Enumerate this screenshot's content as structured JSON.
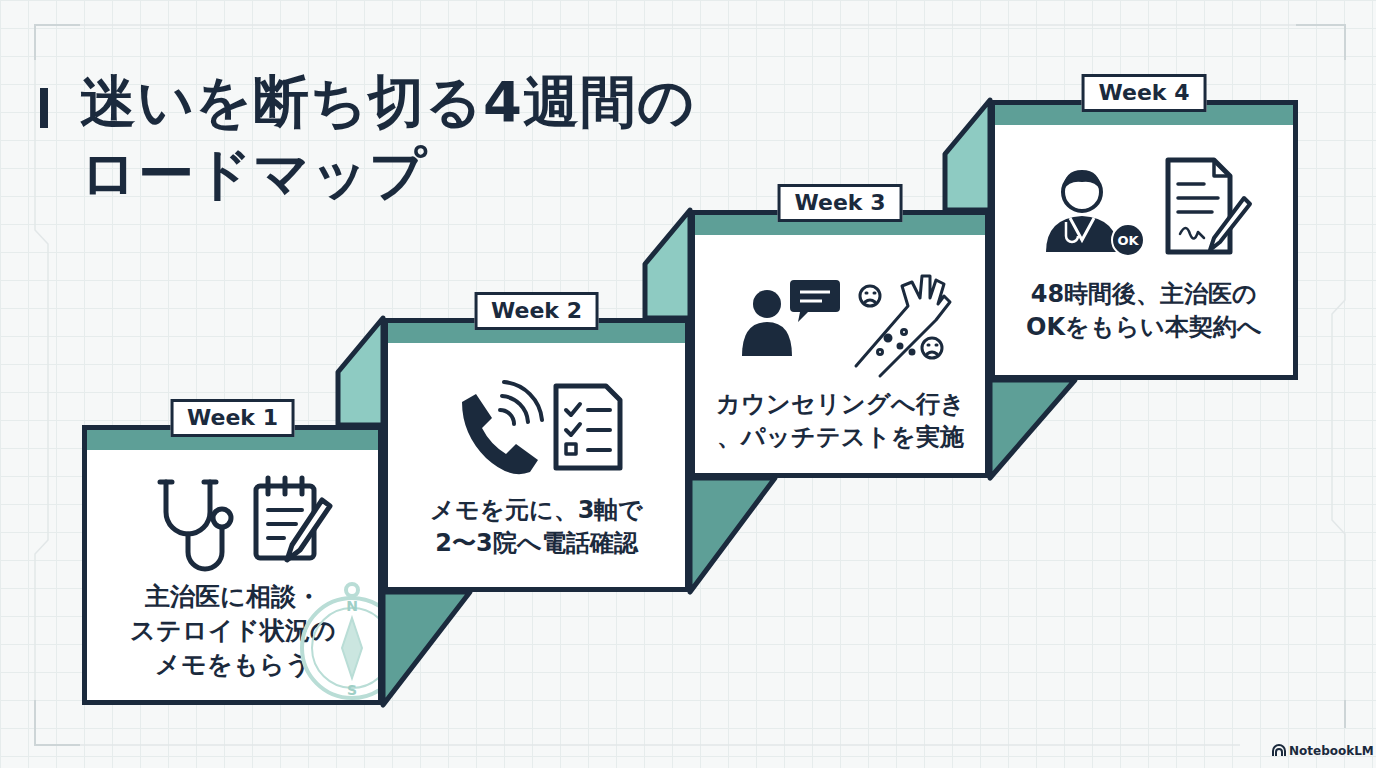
{
  "diagram": {
    "title": "迷いを断ち切る4週間の ロードマップ",
    "nodes": [
      {
        "text": [
          "Week 1",
          "主治医に相談・ ステロイド状況の メモをもらう"
        ]
      },
      {
        "text": [
          "Week 2",
          "メモを元に、3軸で 2〜3院へ電話確認"
        ]
      },
      {
        "text": [
          "Week 3",
          "カウンセリングへ行き 、パッチテストを実施"
        ]
      },
      {
        "text": [
          "Week 4",
          "48時間後、主治医の OKをもらい本契約へ"
        ]
      }
    ],
    "labels": [
      "N",
      "S",
      "OK",
      "NotebookLM"
    ]
  }
}
